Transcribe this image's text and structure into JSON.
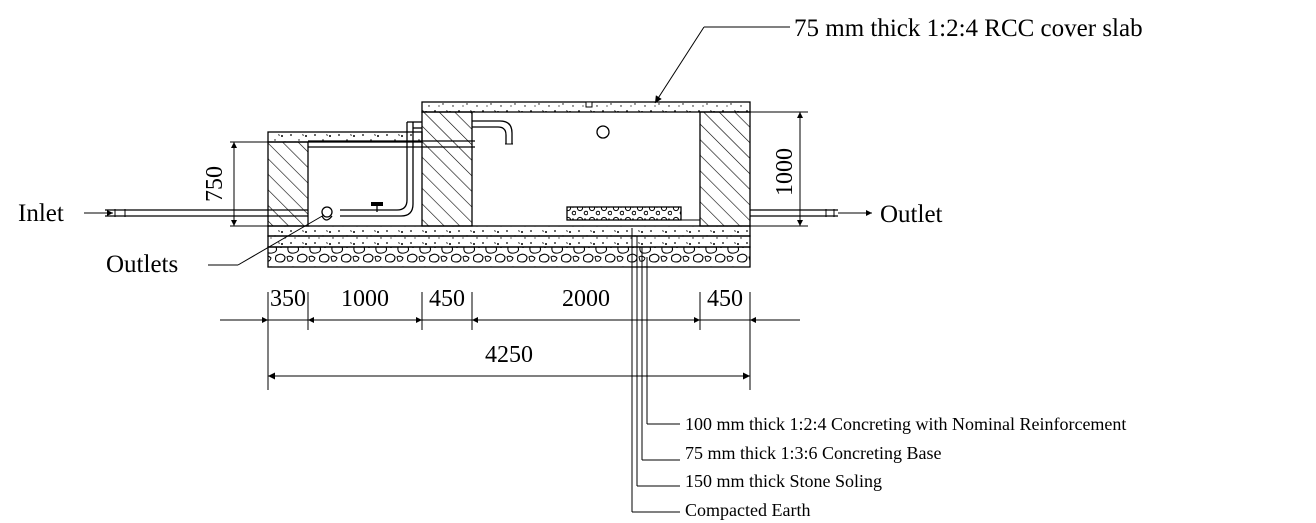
{
  "labels": {
    "cover_slab": "75 mm thick 1:2:4 RCC cover slab",
    "inlet": "Inlet",
    "outlet": "Outlet",
    "outlets": "Outlets"
  },
  "dimensions": {
    "height_left": "750",
    "height_right": "1000",
    "wall_left": "350",
    "chamber_small": "1000",
    "wall_mid": "450",
    "chamber_large": "2000",
    "wall_right": "450",
    "total": "4250"
  },
  "layers": [
    "100 mm thick 1:2:4 Concreting with Nominal Reinforcement",
    "75 mm thick 1:3:6 Concreting Base",
    "150 mm thick Stone Soling",
    "Compacted Earth"
  ]
}
